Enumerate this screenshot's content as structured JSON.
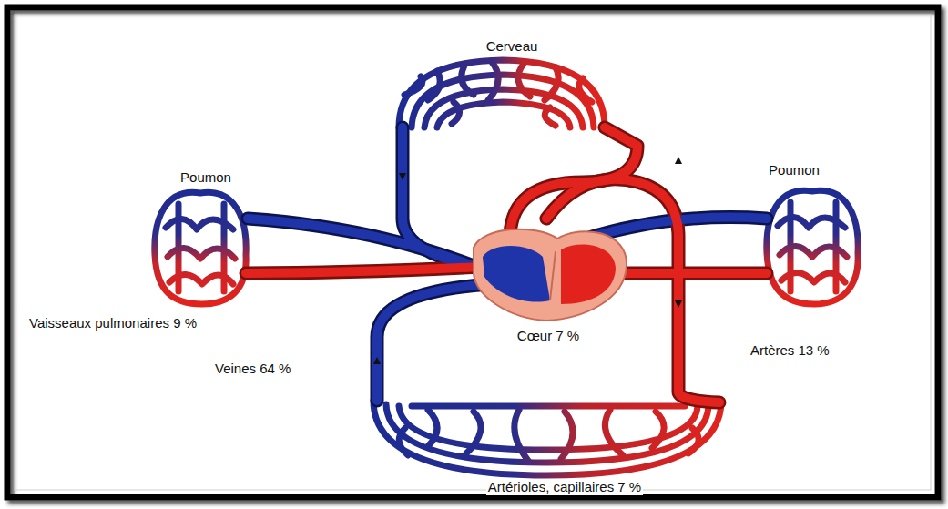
{
  "diagram": {
    "labels": [
      "Cerveau",
      "Poumon",
      "Poumon",
      "Vaisseaux pulmonaires 9 %",
      "Cœur 7 %",
      "Veines 64 %",
      "Artères 13 %",
      "Artérioles, capillaires 7 %"
    ]
  }
}
